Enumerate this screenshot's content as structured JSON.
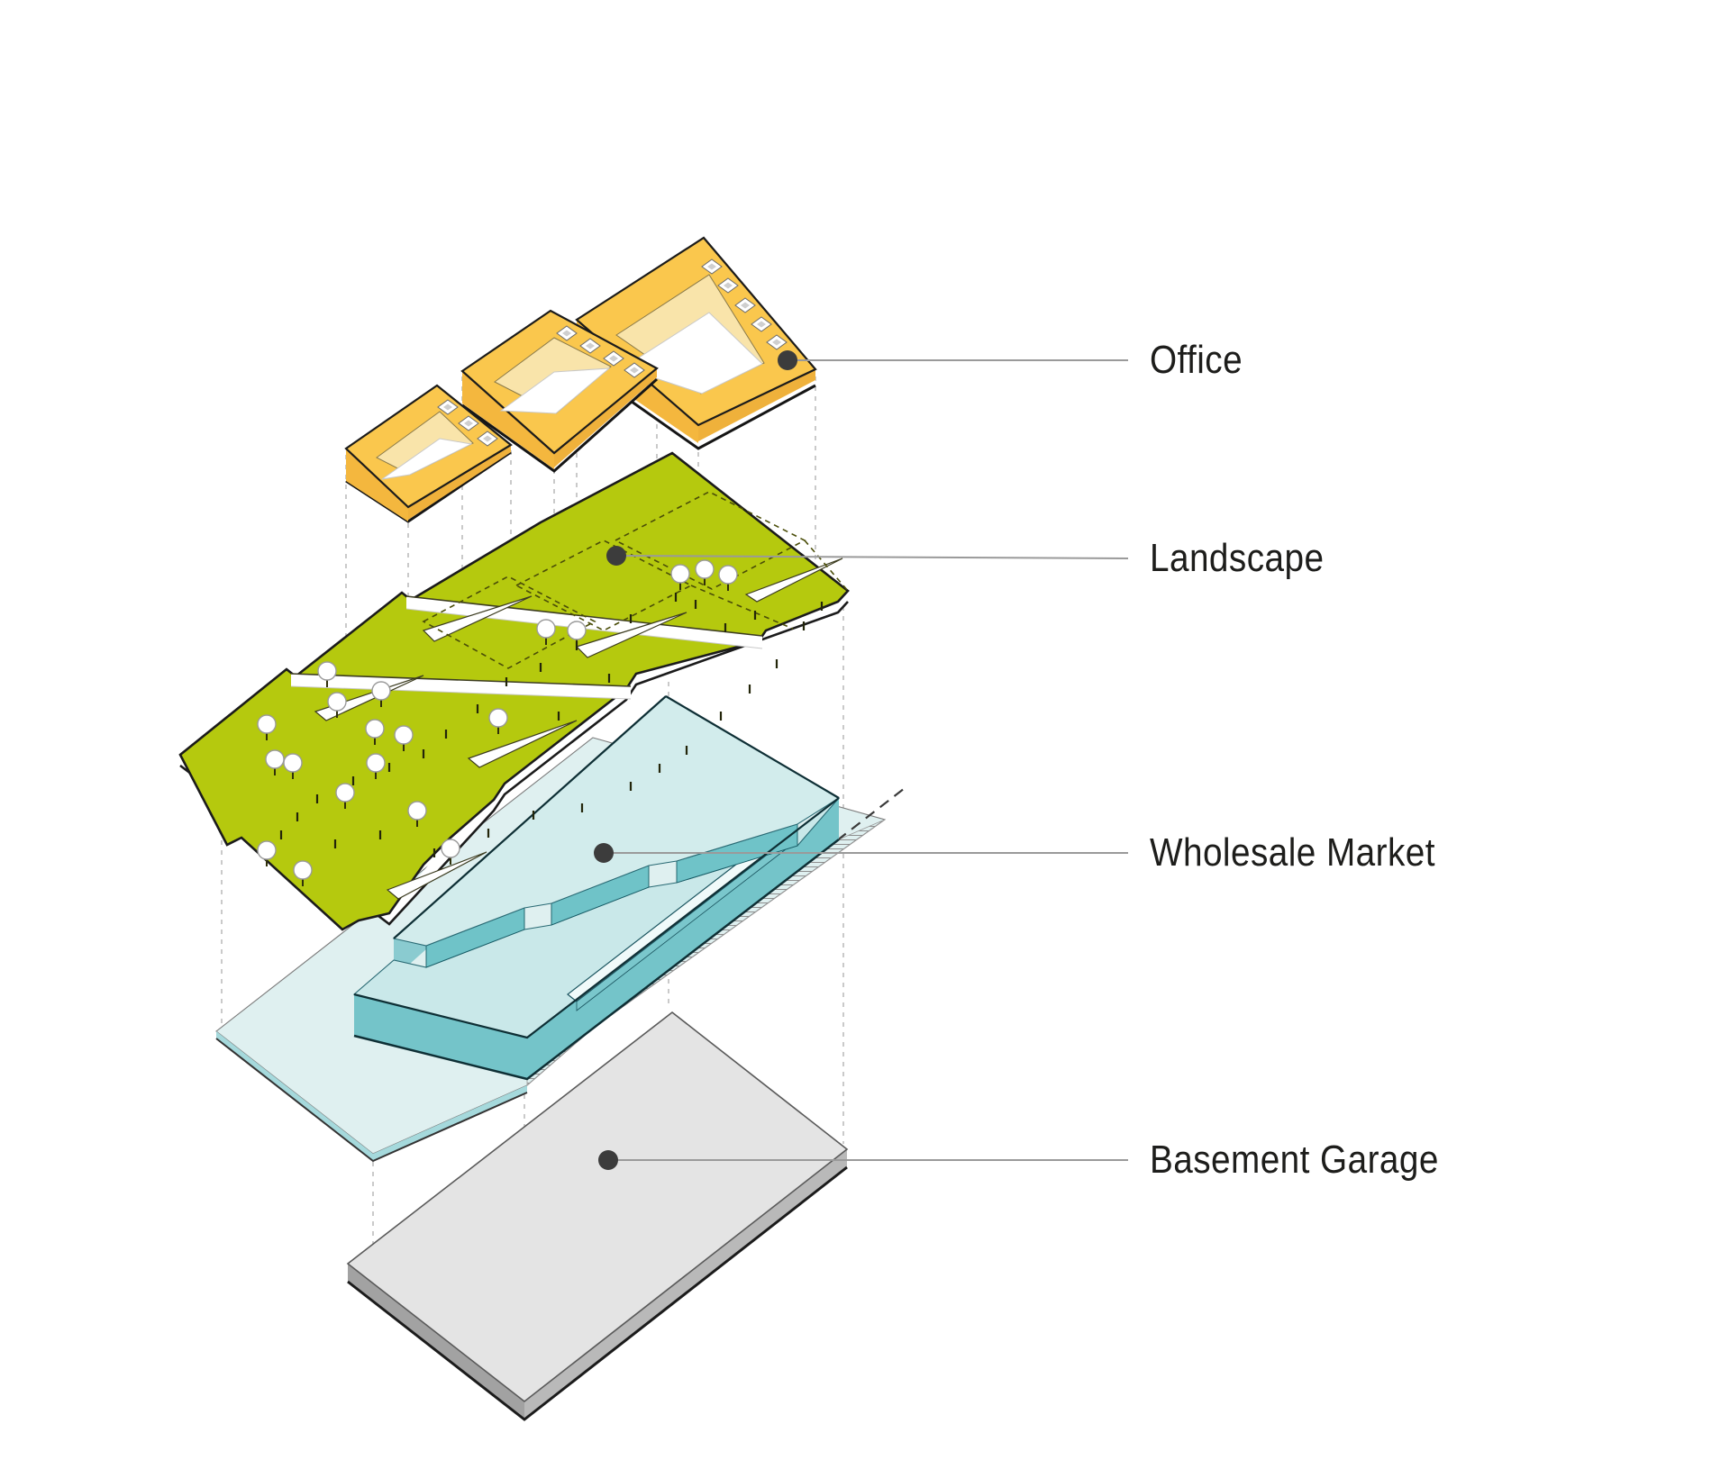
{
  "diagram": {
    "type": "exploded-axonometric-architecture-diagram",
    "background": "#ffffff",
    "labels": {
      "office": "Office",
      "landscape": "Landscape",
      "wholesale_market": "Wholesale Market",
      "basement_garage": "Basement Garage"
    },
    "layers": [
      {
        "name": "Office",
        "color": "#FAC74D",
        "description": "three triangular ring office buildings with skylights"
      },
      {
        "name": "Landscape",
        "color": "#B5C90E",
        "description": "terraced green roof landscape with trees and ramps"
      },
      {
        "name": "Wholesale Market",
        "color": "#CDEAEA",
        "description": "stepped market hall slab with loading trench and ground deck"
      },
      {
        "name": "Basement Garage",
        "color": "#E4E4E4",
        "description": "flat basement parking slab"
      }
    ],
    "colors": {
      "office_top": "#FAC74D",
      "office_side": "#F4B73E",
      "office_inner_wall": "#F9E4AA",
      "landscape_top": "#B5C90E",
      "market_top": "#D2ECEC",
      "market_side": "#74C4C9",
      "garage_top": "#E4E4E4",
      "garage_side": "#AFAFAF",
      "leader_line": "#9a9a9a",
      "leader_dot": "#3c3c3c",
      "label_text": "#1d1d1b",
      "outline": "#1b1b1b",
      "dashed_guide": "#bdbdbd"
    }
  }
}
